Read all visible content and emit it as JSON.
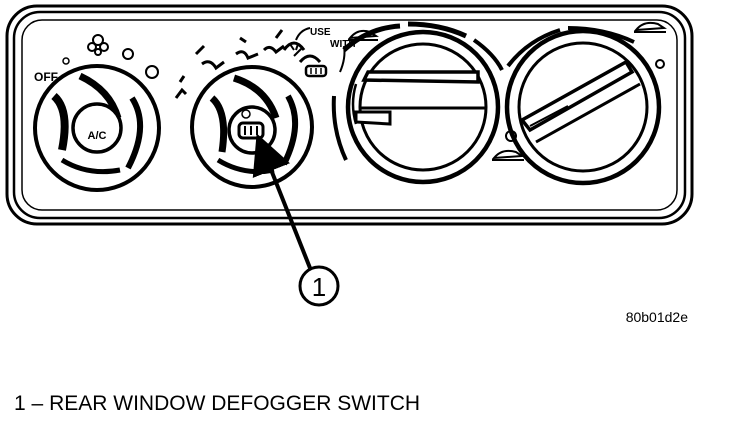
{
  "panel": {
    "off_label": "OFF",
    "ac_label": "A/C",
    "use_label": "USE",
    "with_label": "WITH"
  },
  "callout": {
    "number": "1"
  },
  "figure_code": "80b01d2e",
  "caption": {
    "number": "1",
    "dash": "–",
    "text": "REAR WINDOW DEFOGGER SWITCH"
  }
}
